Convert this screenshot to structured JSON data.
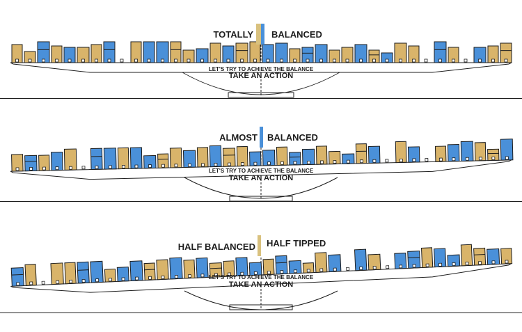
{
  "colors": {
    "blue": "#4a90d9",
    "tan": "#d9b46a",
    "line": "#1e1e1e",
    "background": "#ffffff"
  },
  "panels": [
    {
      "state_left": "TOTALLY",
      "state_right": "BALANCED",
      "indicator_color": "#d9c17e",
      "caption": "LET'S TRY TO ACHIEVE THE BALANCE",
      "action": "TAKE AN ACTION",
      "tilt_degrees": 0
    },
    {
      "state_left": "ALMOST",
      "state_right": "BALANCED",
      "indicator_color": "#4a90d9",
      "caption": "LET'S TRY TO ACHIEVE THE BALANCE",
      "action": "TAKE AN ACTION",
      "tilt_degrees": -1.3
    },
    {
      "state_left": "HALF BALANCED",
      "state_right": "HALF TIPPED",
      "indicator_color": "#d9c17e",
      "caption": "LET'S TRY TO ACHIEVE THE BALANCE",
      "action": "TAKE AN ACTION",
      "tilt_degrees": -2.6
    }
  ]
}
